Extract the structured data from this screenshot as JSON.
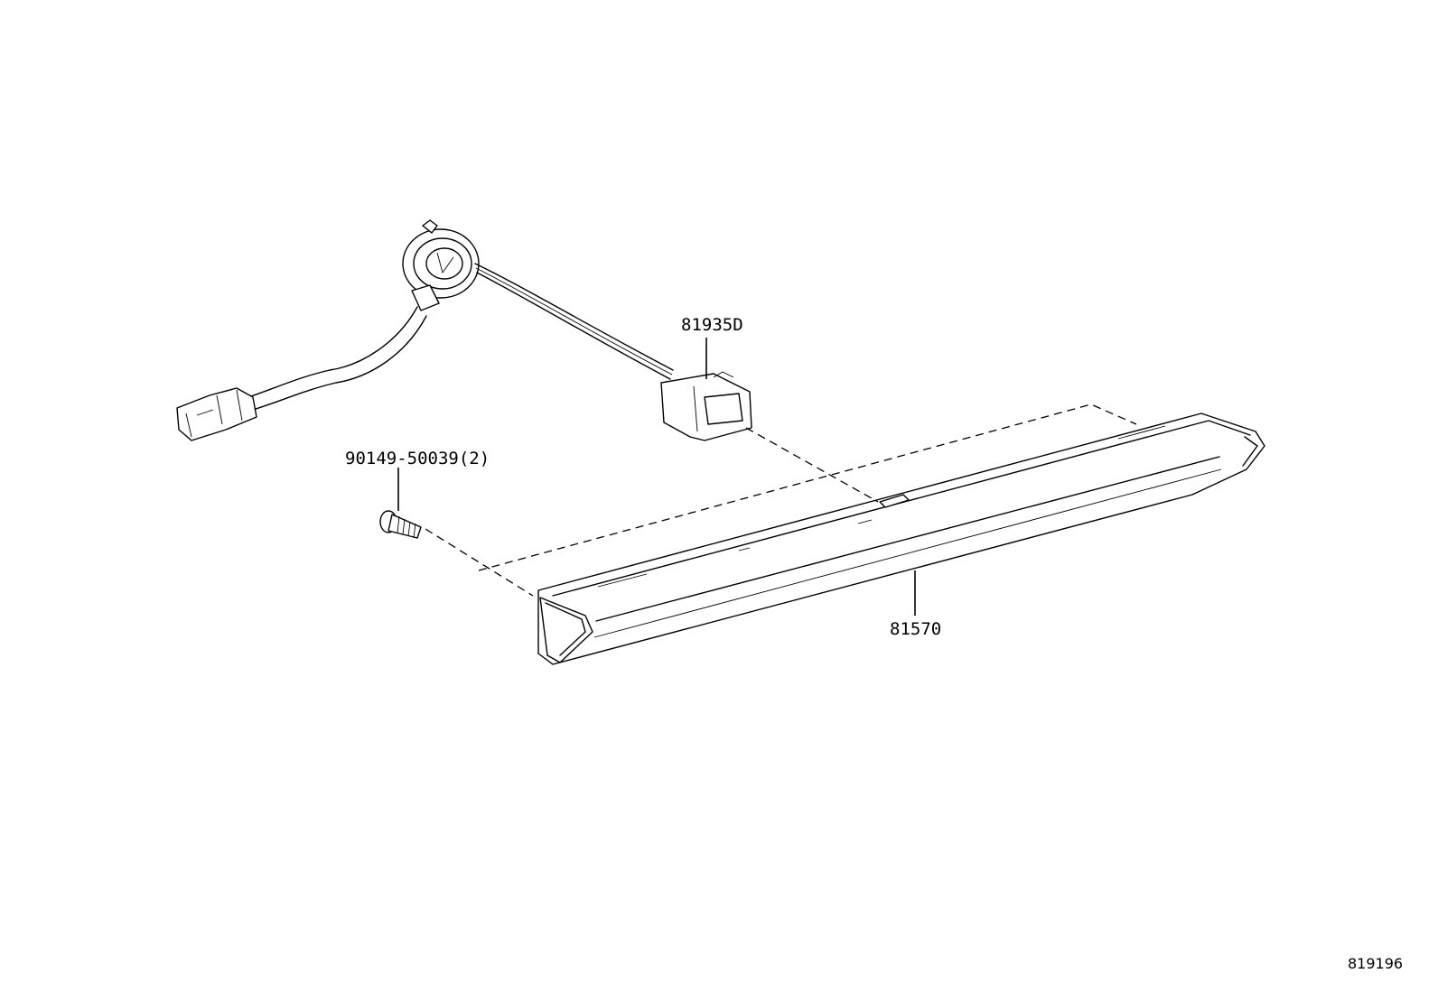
{
  "diagram": {
    "parts": [
      {
        "id": "harness",
        "label": "81935D"
      },
      {
        "id": "screw",
        "label": "90149-50039(2)"
      },
      {
        "id": "lamp",
        "label": "81570"
      }
    ],
    "diagram_code": "819196",
    "colors": {
      "line": "#000000",
      "background": "#ffffff"
    }
  }
}
